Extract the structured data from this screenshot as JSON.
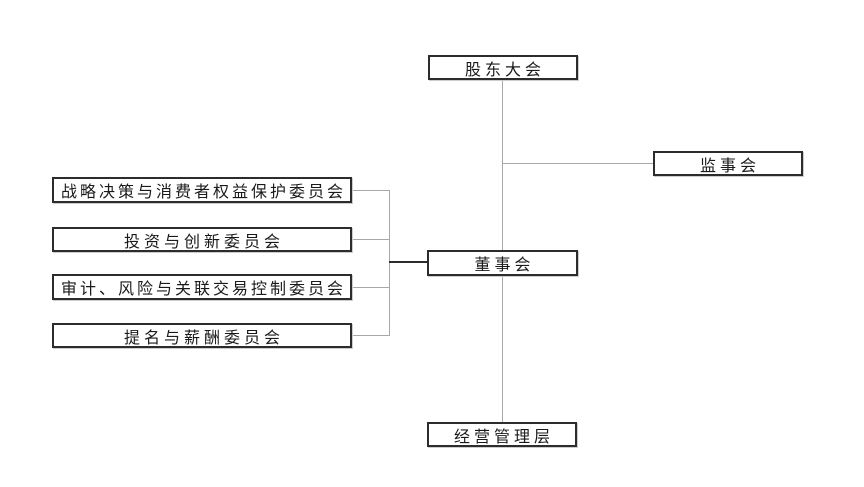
{
  "diagram": {
    "type": "org-chart",
    "colors": {
      "background": "#ffffff",
      "box_fill": "#ffffff",
      "box_border": "#2c2c2c",
      "box_shadow": "#cccccc",
      "connector": "#a8a8a8",
      "connector_dark": "#2c2c2c",
      "text": "#1a1a1a"
    },
    "nodes": [
      {
        "id": "shareholders",
        "label": "股东大会"
      },
      {
        "id": "supervisors",
        "label": "监事会"
      },
      {
        "id": "board",
        "label": "董事会"
      },
      {
        "id": "management",
        "label": "经营管理层"
      },
      {
        "id": "committee-strategy",
        "label": "战略决策与消费者权益保护委员会"
      },
      {
        "id": "committee-investment",
        "label": "投资与创新委员会"
      },
      {
        "id": "committee-audit",
        "label": "审计、风险与关联交易控制委员会"
      },
      {
        "id": "committee-nomination",
        "label": "提名与薪酬委员会"
      }
    ],
    "edges": [
      {
        "from": "股东大会",
        "to": "董事会"
      },
      {
        "from": "股东大会",
        "to": "监事会"
      },
      {
        "from": "董事会",
        "to": "经营管理层"
      },
      {
        "from": "董事会",
        "to": "战略决策与消费者权益保护委员会"
      },
      {
        "from": "董事会",
        "to": "投资与创新委员会"
      },
      {
        "from": "董事会",
        "to": "审计、风险与关联交易控制委员会"
      },
      {
        "from": "董事会",
        "to": "提名与薪酬委员会"
      }
    ]
  }
}
